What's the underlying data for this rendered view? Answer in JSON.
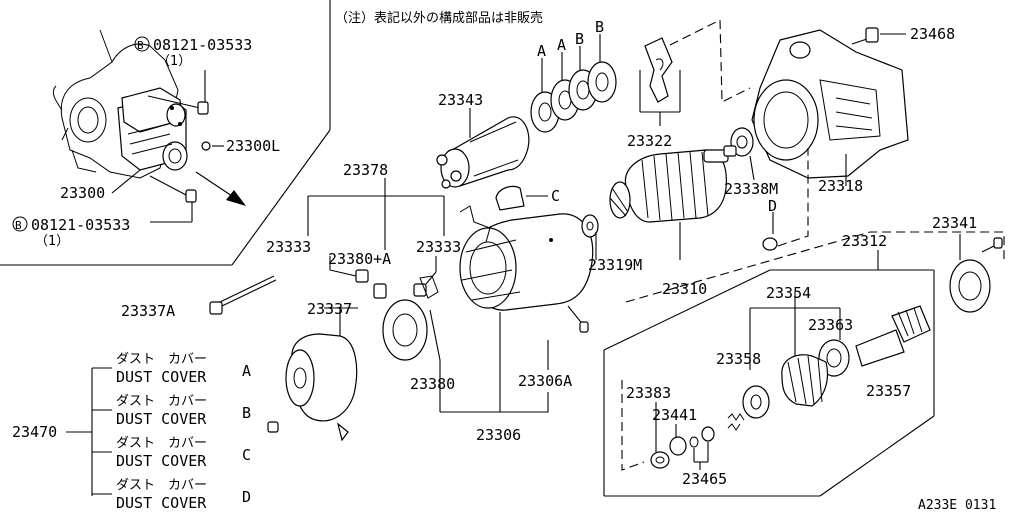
{
  "note": "（注）表記以外の構成部品は非販売",
  "inset": {
    "bolt_top": {
      "code": "08121-03533",
      "qty": "（1）",
      "marker": "B"
    },
    "bolt_bottom": {
      "code": "08121-03533",
      "qty": "（1）",
      "marker": "B"
    },
    "nut_label": "23300L",
    "starter_label": "23300"
  },
  "parts": {
    "p23343": "23343",
    "p23322": "23322",
    "p23468": "23468",
    "p23378": "23378",
    "p23318": "23318",
    "p23338m": "23338M",
    "p23333a": "23333",
    "p23380a": "23380+A",
    "p23333b": "23333",
    "p23319m": "23319M",
    "p23341": "23341",
    "p23312": "23312",
    "p23310": "23310",
    "p23354": "23354",
    "p23337a": "23337A",
    "p23337": "23337",
    "p23363": "23363",
    "p23358": "23358",
    "p23357": "23357",
    "p23380": "23380",
    "p23306a": "23306A",
    "p23383": "23383",
    "p23441": "23441",
    "p23306": "23306",
    "p23465": "23465",
    "p23470": "23470"
  },
  "shim_letters": {
    "a1": "A",
    "a2": "A",
    "b1": "B",
    "c1": "C",
    "d1": "D"
  },
  "dust_covers": [
    {
      "jp": "ダスト　カバー",
      "en": "DUST COVER",
      "letter": "A"
    },
    {
      "jp": "ダスト　カバー",
      "en": "DUST COVER",
      "letter": "B"
    },
    {
      "jp": "ダスト　カバー",
      "en": "DUST COVER",
      "letter": "C"
    },
    {
      "jp": "ダスト　カバー",
      "en": "DUST COVER",
      "letter": "D"
    }
  ],
  "figure_code": "A233E 0131"
}
